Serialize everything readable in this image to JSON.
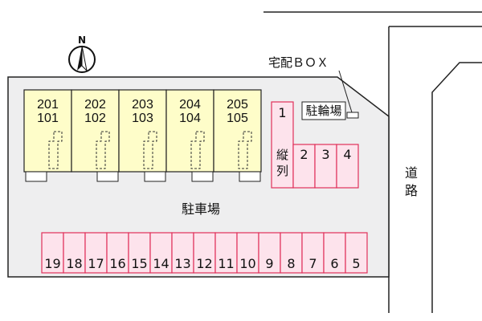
{
  "compass": {
    "north_label": "N"
  },
  "labels": {
    "delivery_box": "宅配ＢＯＸ",
    "bicycle_parking": "駐輪場",
    "parking_lot": "駐車場",
    "road": "道路",
    "tandem_chars": [
      "縦",
      "列"
    ]
  },
  "units": [
    {
      "upper": "201",
      "lower": "101"
    },
    {
      "upper": "202",
      "lower": "102"
    },
    {
      "upper": "203",
      "lower": "103"
    },
    {
      "upper": "204",
      "lower": "104"
    },
    {
      "upper": "205",
      "lower": "105"
    }
  ],
  "parking_upper": [
    "1",
    "2",
    "3",
    "4"
  ],
  "parking_bottom": [
    "19",
    "18",
    "17",
    "16",
    "15",
    "14",
    "13",
    "12",
    "11",
    "10",
    "9",
    "8",
    "7",
    "6",
    "5"
  ],
  "colors": {
    "lot_fill": "#eeeeef",
    "building_fill": "#fefdc9",
    "parking_fill": "#fde3ec",
    "parking_stroke": "#e0305a",
    "line": "#222222"
  }
}
